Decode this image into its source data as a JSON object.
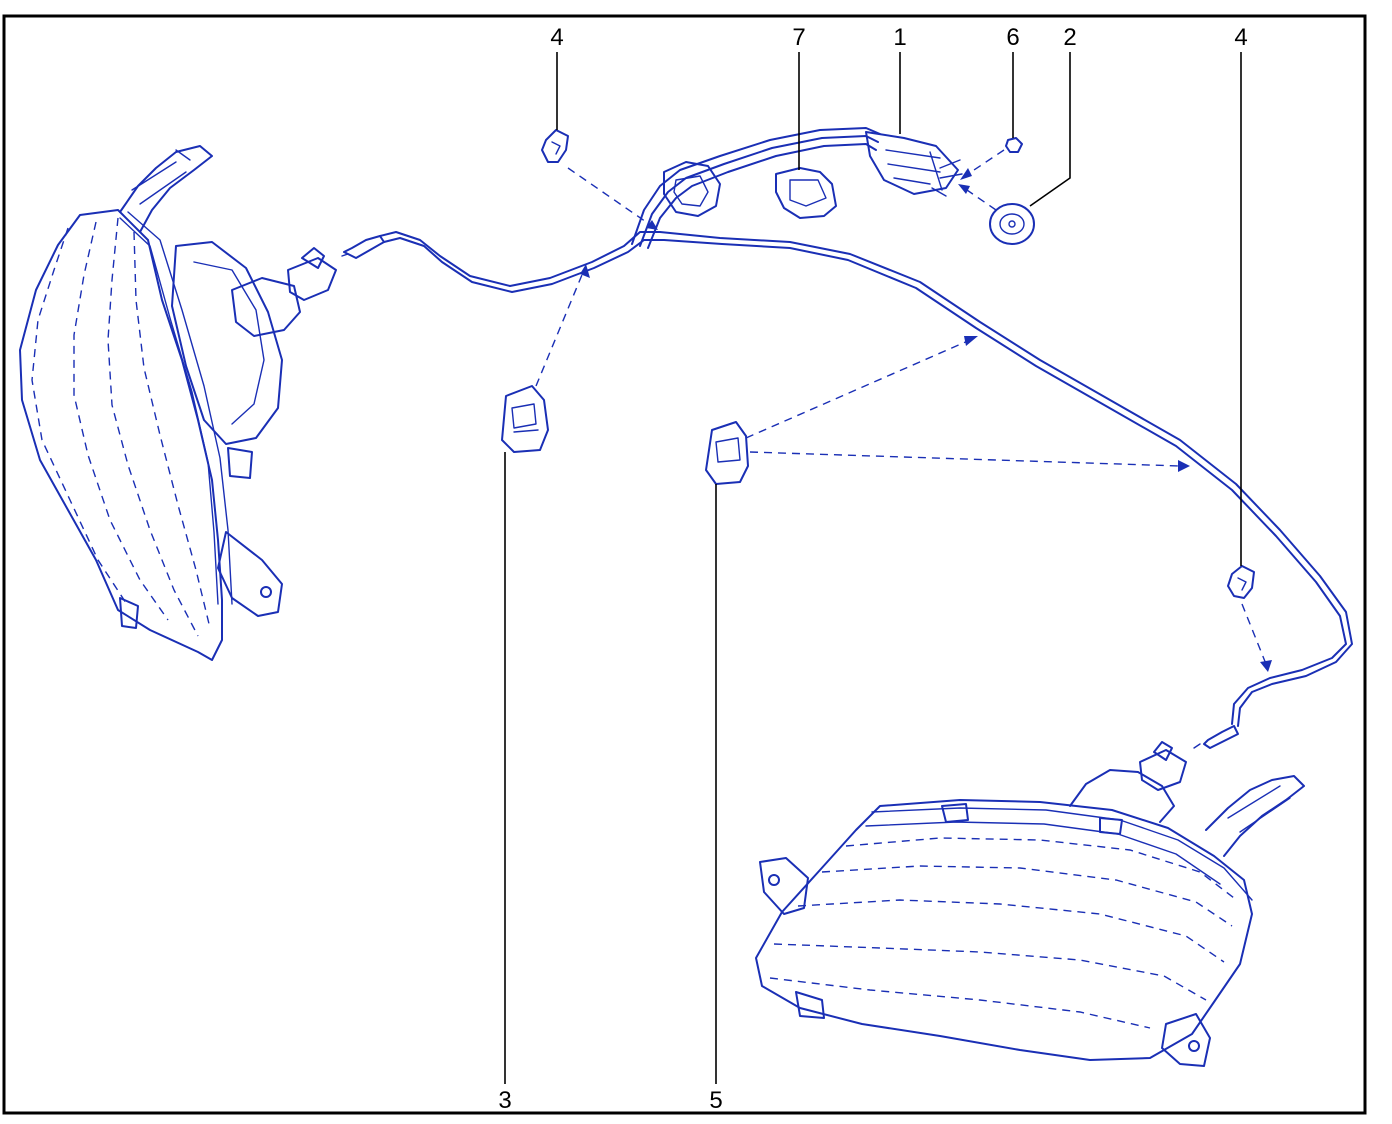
{
  "diagram": {
    "line_color": "#1a2fb5",
    "callouts": {
      "c4_left": "4",
      "c7": "7",
      "c1": "1",
      "c6": "6",
      "c2": "2",
      "c4_right": "4",
      "c3": "3",
      "c5": "5"
    }
  }
}
